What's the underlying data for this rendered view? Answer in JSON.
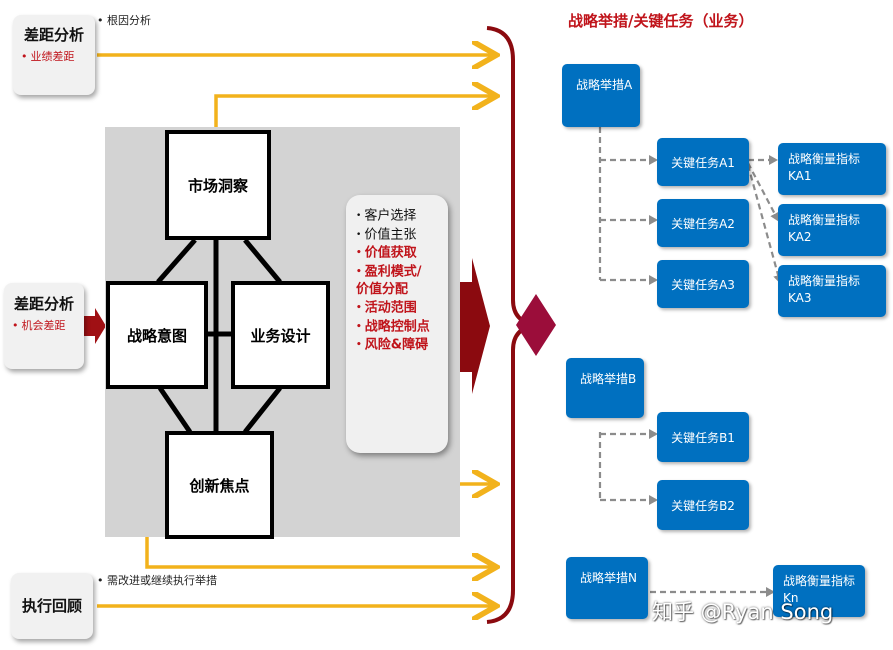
{
  "gap_boxes": {
    "gap1": {
      "title": "差距分析",
      "sub": "业绩差距",
      "bullet": "•"
    },
    "gap2": {
      "title": "差距分析",
      "sub": "机会差距",
      "bullet": "•"
    },
    "review": {
      "title": "执行回顾"
    }
  },
  "notes": {
    "root_cause": "• 根因分析",
    "improve": "• 需改进或继续执行举措"
  },
  "blocks": {
    "market": "市场洞察",
    "intent": "战略意图",
    "design": "业务设计",
    "innovation": "创新焦点"
  },
  "design_list": {
    "black_items": [
      "客户选择",
      "价值主张"
    ],
    "red_items": [
      "价值获取",
      "盈利模式/",
      "价值分配",
      "活动范围",
      "战略控制点",
      "风险&障碍"
    ],
    "bullet": "•"
  },
  "right_title": "战略举措/关键任务（业务）",
  "initiatives": {
    "a": "战略举措A",
    "b": "战略举措B",
    "n": "战略举措N"
  },
  "tasks": {
    "a1": "关键任务A1",
    "a2": "关键任务A2",
    "a3": "关键任务A3",
    "b1": "关键任务B1",
    "b2": "关键任务B2"
  },
  "metrics": {
    "ka1": {
      "line1": "战略衡量指标",
      "line2": "KA1"
    },
    "ka2": {
      "line1": "战略衡量指标",
      "line2": "KA2"
    },
    "ka3": {
      "line1": "战略衡量指标",
      "line2": "KA3"
    },
    "kn": {
      "line1": "战略衡量指标",
      "line2": "Kn"
    }
  },
  "watermark": "知乎 @Ryan Song",
  "colors": {
    "arrow_yellow": "#f2b21c",
    "dark_red": "#8b0a0f",
    "accent_red": "#c0141b",
    "box_blue": "#0070c0",
    "dash_gray": "#8c8c8c",
    "panel_gray": "#d3d3d3"
  }
}
